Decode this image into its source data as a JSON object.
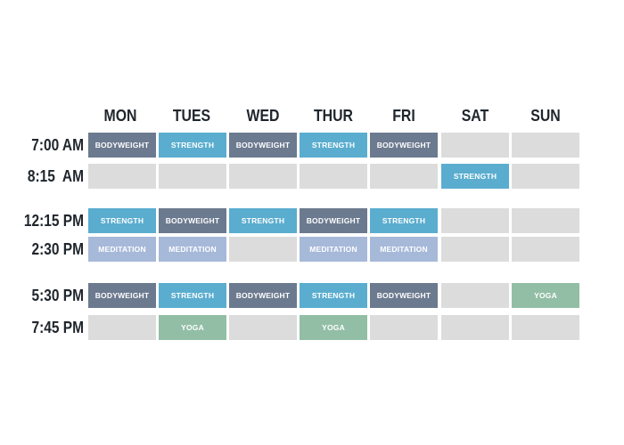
{
  "days": [
    "MON",
    "TUES",
    "WED",
    "THUR",
    "FRI",
    "SAT",
    "SUN"
  ],
  "times": [
    "7:00 AM",
    "8:15  AM",
    "12:15 PM",
    "2:30 PM",
    "5:30 PM",
    "7:45 PM"
  ],
  "schedule": [
    [
      "BODYWEIGHT",
      "STRENGTH",
      "BODYWEIGHT",
      "STRENGTH",
      "BODYWEIGHT",
      "",
      ""
    ],
    [
      "",
      "",
      "",
      "",
      "",
      "STRENGTH",
      ""
    ],
    [
      "STRENGTH",
      "BODYWEIGHT",
      "STRENGTH",
      "BODYWEIGHT",
      "STRENGTH",
      "",
      ""
    ],
    [
      "MEDITATION",
      "MEDITATION",
      "",
      "MEDITATION",
      "MEDITATION",
      "",
      ""
    ],
    [
      "BODYWEIGHT",
      "STRENGTH",
      "BODYWEIGHT",
      "STRENGTH",
      "BODYWEIGHT",
      "",
      "YOGA"
    ],
    [
      "",
      "YOGA",
      "",
      "YOGA",
      "",
      "",
      ""
    ]
  ],
  "colors": {
    "BODYWEIGHT": "#6c7a8f",
    "STRENGTH": "#5aadcf",
    "MEDITATION": "#a7b9d9",
    "YOGA": "#92bea5",
    "empty": "#dcdcdc"
  }
}
